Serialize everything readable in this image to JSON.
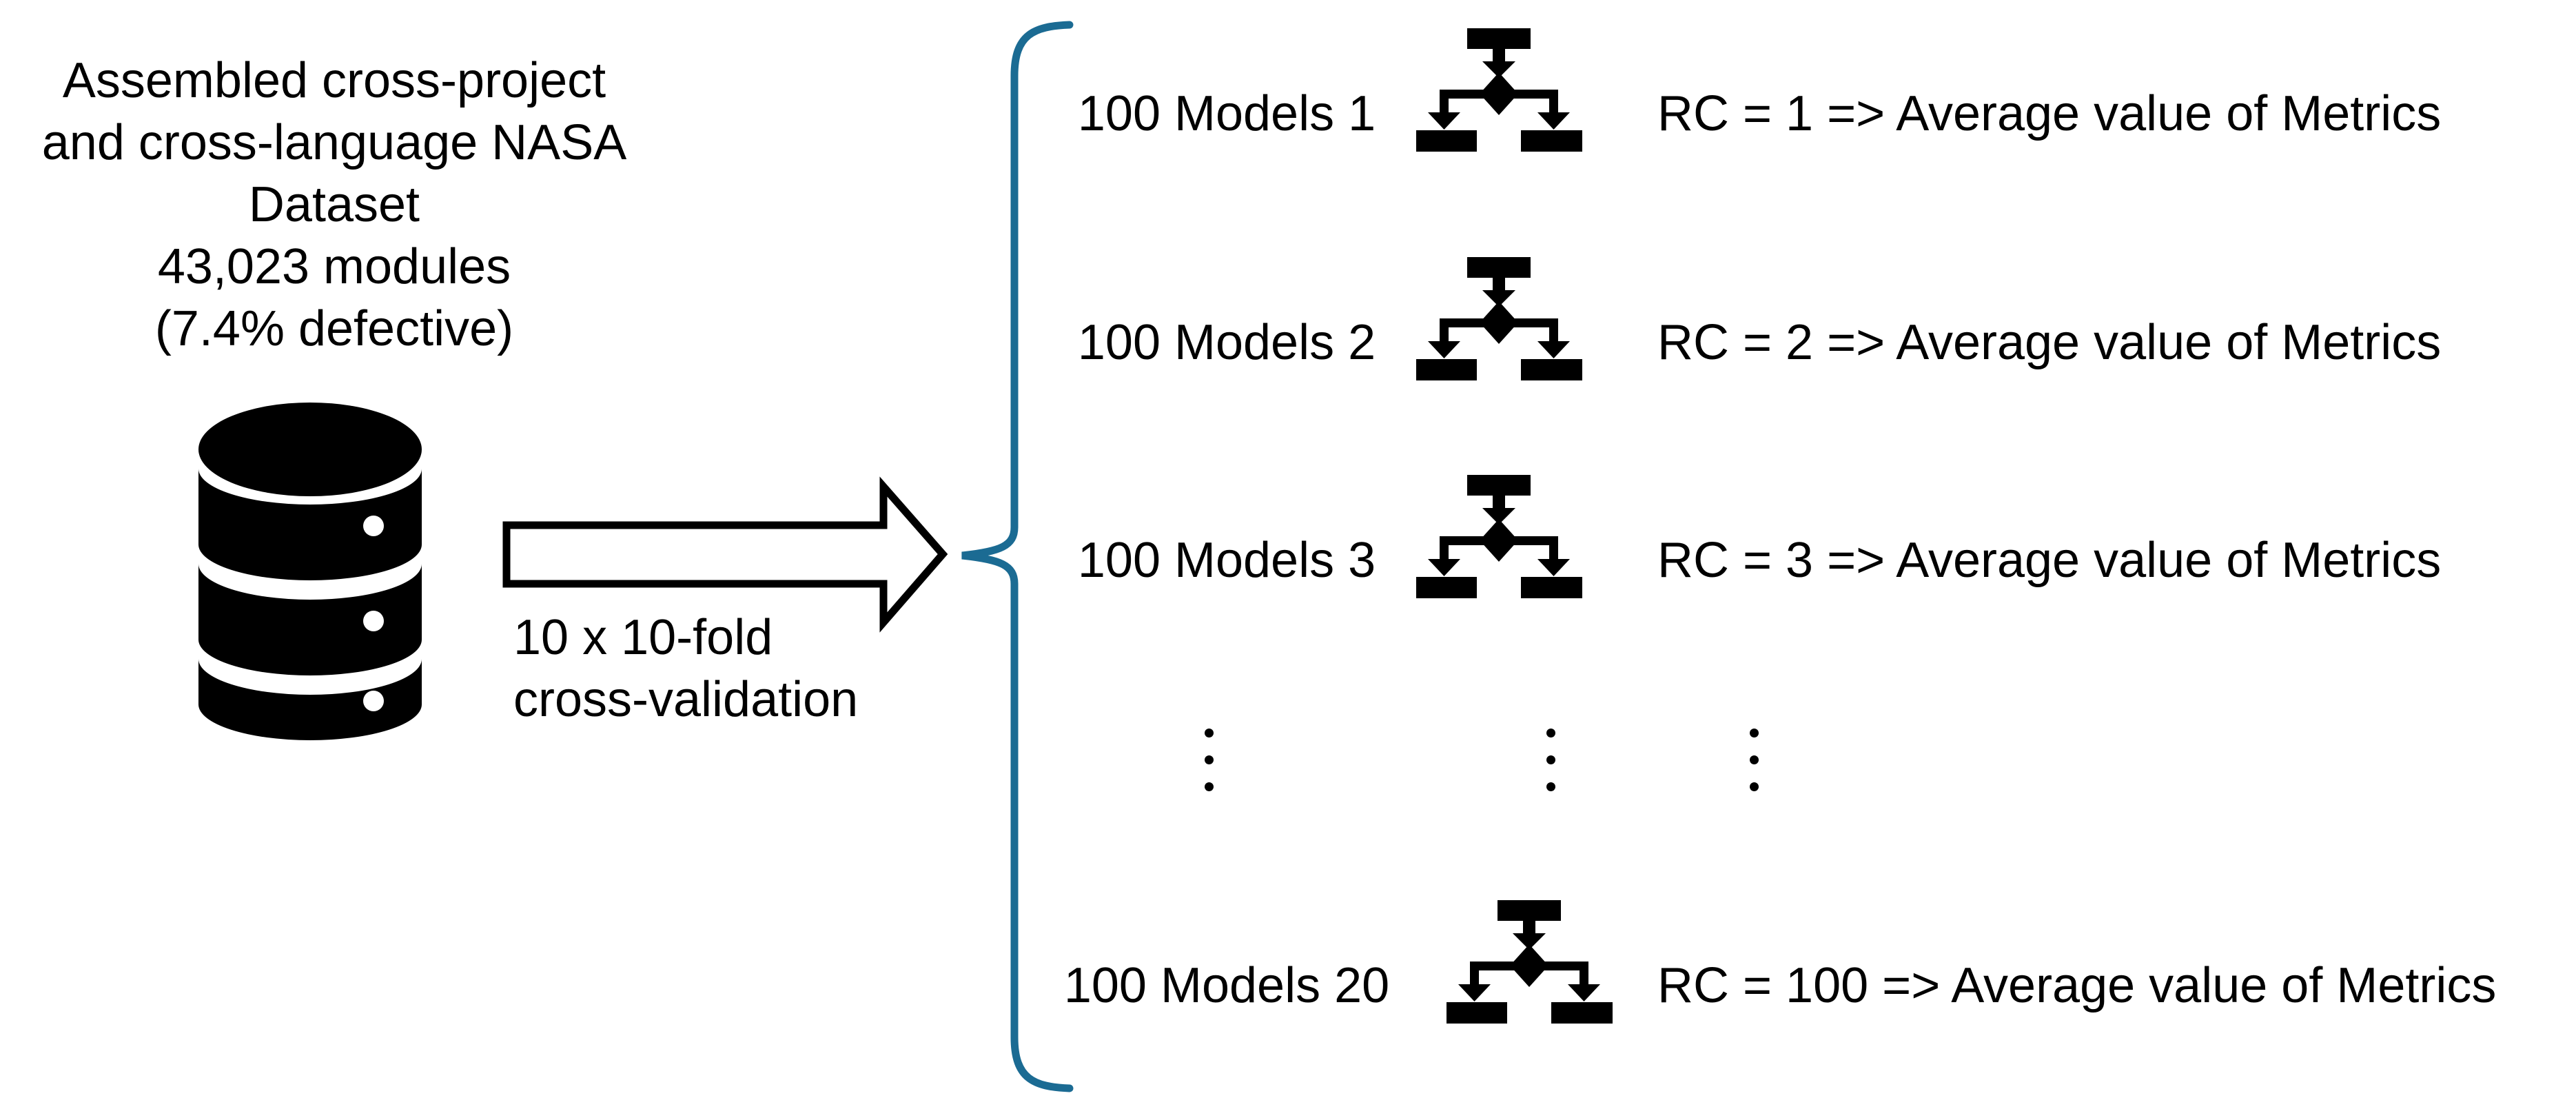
{
  "dataset_block": {
    "lines": [
      "Assembled cross-project",
      "and cross-language NASA",
      "Dataset",
      "43,023 modules",
      "(7.4% defective)"
    ]
  },
  "arrow": {
    "label_lines": [
      "10 x 10-fold",
      "cross-validation"
    ]
  },
  "rows": [
    {
      "models_label": "100 Models 1",
      "rc_label": "RC = 1 => Average value of Metrics"
    },
    {
      "models_label": "100 Models 2",
      "rc_label": "RC = 2 => Average value of Metrics"
    },
    {
      "models_label": "100 Models 3",
      "rc_label": "RC = 3 => Average value of Metrics"
    },
    {
      "models_label": "100 Models 20",
      "rc_label": "RC = 100 => Average value of Metrics"
    }
  ],
  "icons": {
    "database": "database-cylinder",
    "model": "decision-tree",
    "arrow": "right-block-arrow",
    "brace": "left-curly-brace",
    "ellipsis": "vertical-ellipsis"
  },
  "colors": {
    "ink": "#000000",
    "brace": "#1b6b93",
    "background": "#ffffff"
  }
}
